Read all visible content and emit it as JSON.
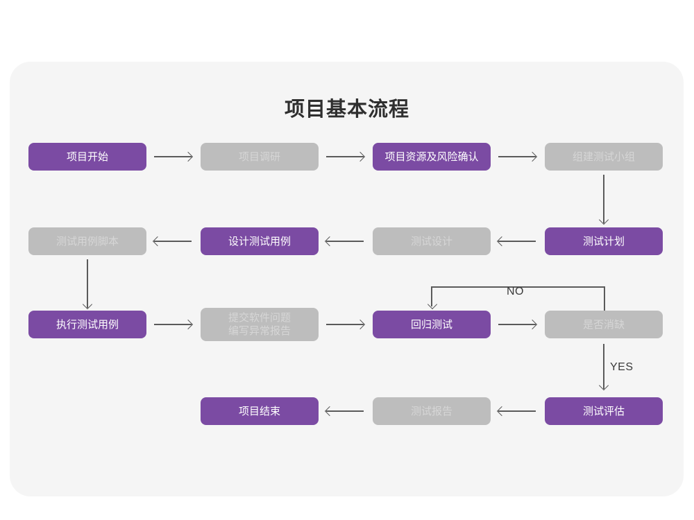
{
  "page": {
    "title": "项目基本流程",
    "background": "#ffffff",
    "card_background": "#f5f5f5"
  },
  "colors": {
    "accent_purple": "#7b4ba3",
    "muted_gray": "#bdbdbd",
    "gray_text": "#d6d6d6",
    "arrow": "#5a5a5a",
    "title_text": "#2f2f2f"
  },
  "chart_data": {
    "type": "diagram",
    "title": "项目基本流程",
    "nodes": [
      {
        "id": "n1",
        "label": "项目开始",
        "style": "purple",
        "row": 1,
        "col": 1
      },
      {
        "id": "n2",
        "label": "项目调研",
        "style": "gray",
        "row": 1,
        "col": 2
      },
      {
        "id": "n3",
        "label": "项目资源及风险确认",
        "style": "purple",
        "row": 1,
        "col": 3
      },
      {
        "id": "n4",
        "label": "组建测试小组",
        "style": "gray",
        "row": 1,
        "col": 4
      },
      {
        "id": "n5",
        "label": "测试用例脚本",
        "style": "gray",
        "row": 2,
        "col": 1
      },
      {
        "id": "n6",
        "label": "设计测试用例",
        "style": "purple",
        "row": 2,
        "col": 2
      },
      {
        "id": "n7",
        "label": "测试设计",
        "style": "gray",
        "row": 2,
        "col": 3
      },
      {
        "id": "n8",
        "label": "测试计划",
        "style": "purple",
        "row": 2,
        "col": 4
      },
      {
        "id": "n9",
        "label": "执行测试用例",
        "style": "purple",
        "row": 3,
        "col": 1
      },
      {
        "id": "n10",
        "label": "提交软件问题\n编写异常报告",
        "style": "gray",
        "row": 3,
        "col": 2
      },
      {
        "id": "n11",
        "label": "回归测试",
        "style": "purple",
        "row": 3,
        "col": 3
      },
      {
        "id": "n12",
        "label": "是否消缺",
        "style": "gray",
        "row": 3,
        "col": 4
      },
      {
        "id": "n13",
        "label": "项目结束",
        "style": "purple",
        "row": 4,
        "col": 2
      },
      {
        "id": "n14",
        "label": "测试报告",
        "style": "gray",
        "row": 4,
        "col": 3
      },
      {
        "id": "n15",
        "label": "测试评估",
        "style": "purple",
        "row": 4,
        "col": 4
      }
    ],
    "edges": [
      {
        "from": "n1",
        "to": "n2",
        "direction": "right",
        "label": ""
      },
      {
        "from": "n2",
        "to": "n3",
        "direction": "right",
        "label": ""
      },
      {
        "from": "n3",
        "to": "n4",
        "direction": "right",
        "label": ""
      },
      {
        "from": "n4",
        "to": "n8",
        "direction": "down",
        "label": ""
      },
      {
        "from": "n8",
        "to": "n7",
        "direction": "left",
        "label": ""
      },
      {
        "from": "n7",
        "to": "n6",
        "direction": "left",
        "label": ""
      },
      {
        "from": "n6",
        "to": "n5",
        "direction": "left",
        "label": ""
      },
      {
        "from": "n5",
        "to": "n9",
        "direction": "down",
        "label": ""
      },
      {
        "from": "n9",
        "to": "n10",
        "direction": "right",
        "label": ""
      },
      {
        "from": "n10",
        "to": "n11",
        "direction": "right",
        "label": ""
      },
      {
        "from": "n11",
        "to": "n12",
        "direction": "right",
        "label": ""
      },
      {
        "from": "n12",
        "to": "n11",
        "direction": "loop-up-left",
        "label": "NO"
      },
      {
        "from": "n12",
        "to": "n15",
        "direction": "down",
        "label": "YES"
      },
      {
        "from": "n15",
        "to": "n14",
        "direction": "left",
        "label": ""
      },
      {
        "from": "n14",
        "to": "n13",
        "direction": "left",
        "label": ""
      }
    ],
    "edge_labels": {
      "no": "NO",
      "yes": "YES"
    }
  }
}
